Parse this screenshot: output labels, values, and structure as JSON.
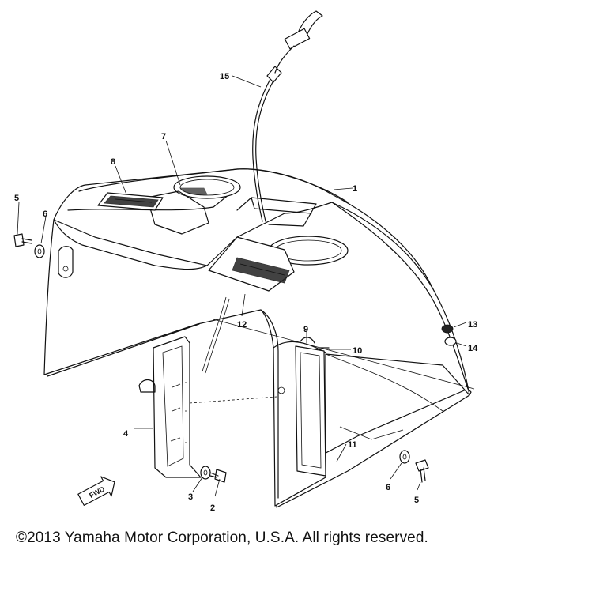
{
  "diagram": {
    "callouts": [
      "1",
      "2",
      "3",
      "4",
      "5",
      "6",
      "7",
      "8",
      "9",
      "10",
      "11",
      "12",
      "13",
      "14",
      "15"
    ],
    "callout_extra": {
      "label_6b": "6",
      "label_5b": "5"
    },
    "fwd_label": "FWD"
  },
  "footer": {
    "copyright": "©2013 Yamaha Motor Corporation, U.S.A. All rights reserved."
  }
}
